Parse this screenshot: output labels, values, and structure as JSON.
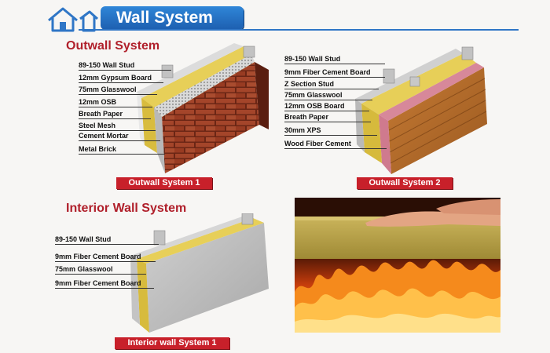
{
  "header": {
    "title": "Wall System",
    "accent": "#2f76c6",
    "icon": "house-icon"
  },
  "outwall": {
    "title": "Outwall System",
    "system1": {
      "caption": "Outwall System 1",
      "labels": [
        "89-150 Wall Stud",
        "12mm Gypsum Board",
        "75mm Glasswool",
        "12mm OSB",
        "Breath Paper",
        "Steel Mesh",
        "Cement Mortar",
        "Metal Brick"
      ]
    },
    "system2": {
      "caption": "Outwall System 2",
      "labels": [
        "89-150 Wall Stud",
        "9mm Fiber Cement Board",
        "Z Section Stud",
        "75mm Glasswool",
        "12mm OSB Board",
        "Breath Paper",
        "30mm XPS",
        "Wood Fiber Cement"
      ]
    }
  },
  "interior": {
    "title": "Interior Wall System",
    "caption": "Interior wall System 1",
    "labels": [
      "89-150 Wall Stud",
      "9mm Fiber Cement Board",
      "75mm Glasswool",
      "9mm Fiber Cement Board"
    ]
  },
  "colors": {
    "section_title": "#b0202b",
    "caption_bg": "#c8202a",
    "brick": "#9a3a22",
    "glasswool": "#e6cd55",
    "xps": "#d8899a",
    "wood": "#b8702e",
    "concrete": "#bdbdbd"
  }
}
